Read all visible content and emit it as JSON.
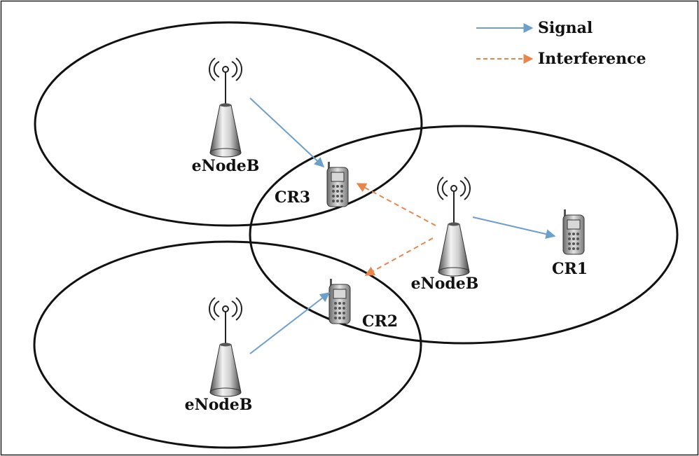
{
  "legend": {
    "signal_label": "Signal",
    "interference_label": "Interference"
  },
  "stations": {
    "top_left": "eNodeB",
    "center": "eNodeB",
    "bottom_left": "eNodeB"
  },
  "terminals": {
    "cr1": "CR1",
    "cr2": "CR2",
    "cr3": "CR3"
  },
  "colors": {
    "signal": "#6d9fcd",
    "interference": "#e8864a",
    "outline": "#111111"
  }
}
